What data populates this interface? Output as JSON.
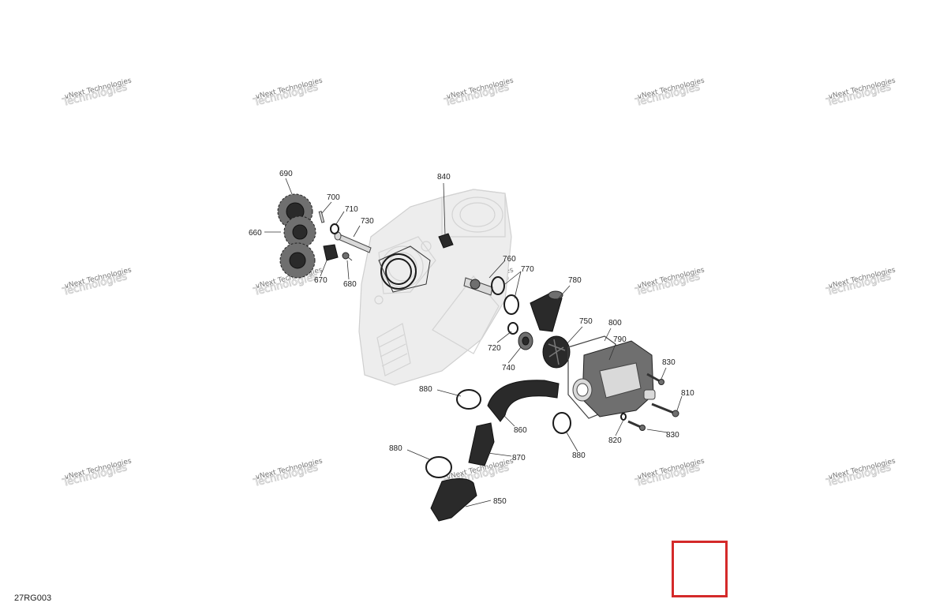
{
  "diagram": {
    "code": "27RG003",
    "watermark": {
      "line1": "vNext Technologies",
      "line2": "Technologies"
    },
    "callouts": [
      "690",
      "700",
      "710",
      "730",
      "660",
      "670",
      "680",
      "840",
      "760",
      "770",
      "780",
      "750",
      "800",
      "790",
      "720",
      "740",
      "830",
      "810",
      "880",
      "860",
      "820",
      "880",
      "870",
      "880",
      "850",
      "830"
    ],
    "colors": {
      "select_box": "#d42a2a"
    }
  }
}
